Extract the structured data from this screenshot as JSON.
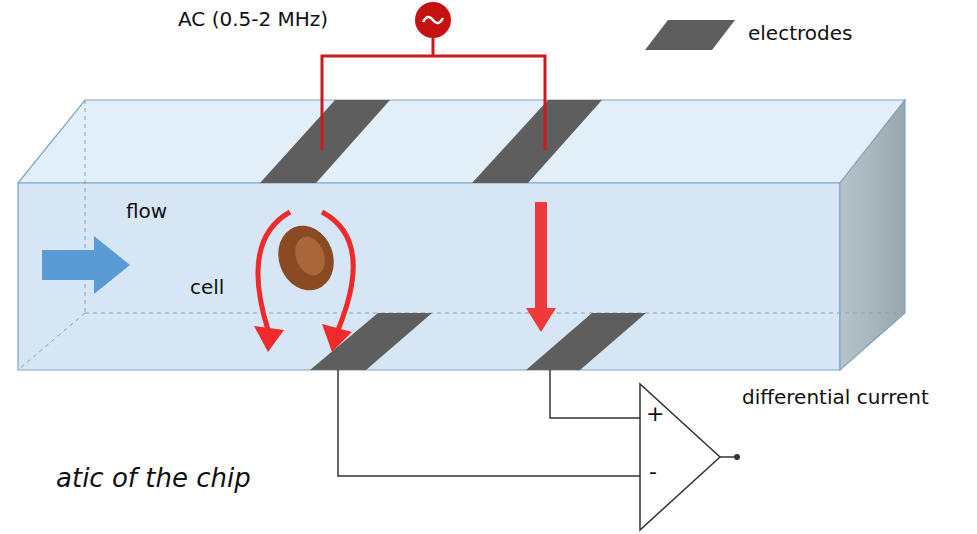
{
  "diagram": {
    "caption": "atic of the chip",
    "labels": [
      "AC (0.5-2 MHz)",
      "flow",
      "cell",
      "differential current",
      "+",
      "-"
    ],
    "legend": [
      {
        "text": "electrodes",
        "color": "#5e5e5e"
      }
    ]
  }
}
